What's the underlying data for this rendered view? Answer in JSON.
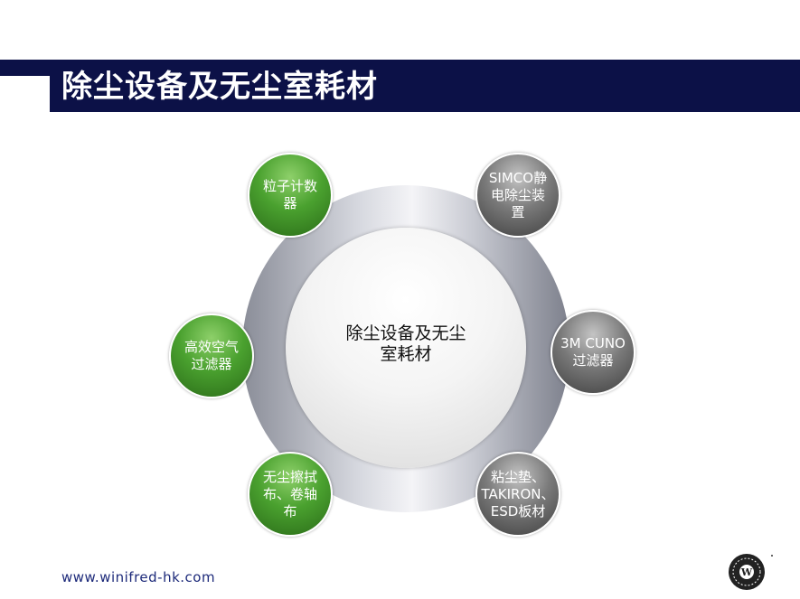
{
  "header": {
    "title": "除尘设备及无尘室耗材"
  },
  "diagram": {
    "center_label": "除尘设备及无尘\n室耗材",
    "nodes": [
      {
        "id": "particle-counter",
        "label": "粒子计数\n器",
        "color": "green"
      },
      {
        "id": "hepa-filter",
        "label": "高效空气\n过滤器",
        "color": "green"
      },
      {
        "id": "wipes",
        "label": "无尘擦拭\n布、卷轴\n布",
        "color": "green"
      },
      {
        "id": "simco",
        "label": "SIMCO静\n电除尘装\n置",
        "color": "gray"
      },
      {
        "id": "cuno",
        "label": "3M CUNO\n过滤器",
        "color": "gray"
      },
      {
        "id": "tacky-mat",
        "label": "粘尘垫、\nTAKIRON、\nESD板材",
        "color": "gray"
      }
    ]
  },
  "footer": {
    "website": "www.winifred-hk.com"
  },
  "logo": {
    "icon": "winifred-logo-icon",
    "letter": "W"
  },
  "colors": {
    "title_bar": "#0c1147",
    "green_node": "#4aa12f",
    "gray_node": "#7a7a7a"
  }
}
